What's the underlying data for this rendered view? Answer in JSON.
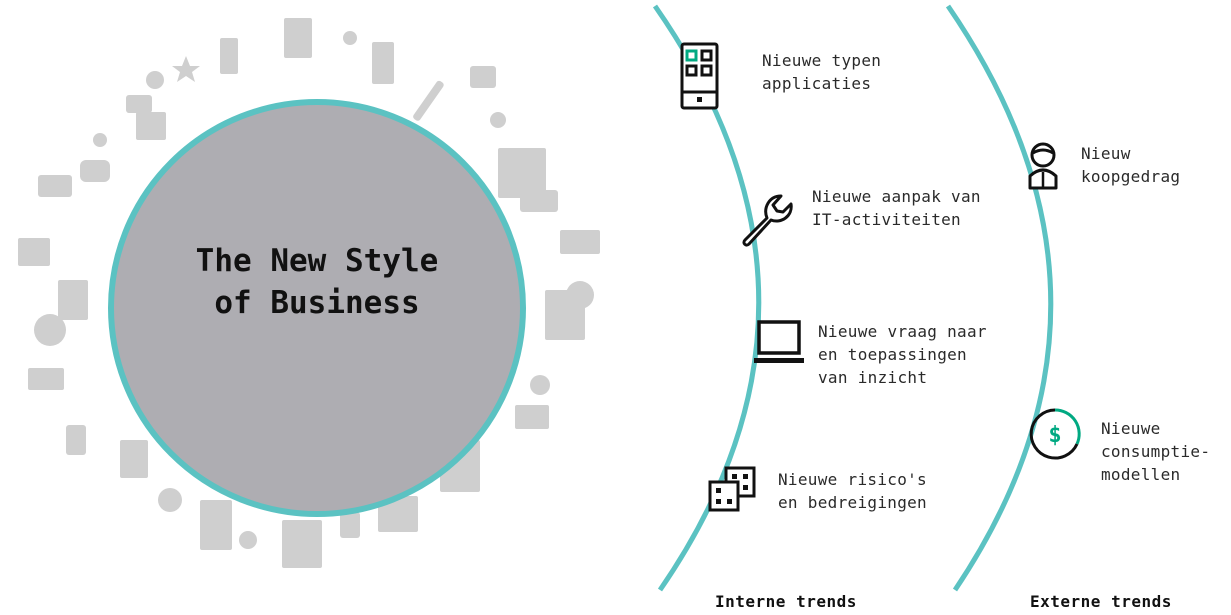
{
  "title": "The New Style\nof Business",
  "internal_trends": {
    "label": "Interne trends",
    "items": [
      {
        "icon": "app-tablet-icon",
        "text": "Nieuwe typen\napplicaties"
      },
      {
        "icon": "wrench-icon",
        "text": "Nieuwe aanpak van\nIT-activiteiten"
      },
      {
        "icon": "laptop-icon",
        "text": "Nieuwe vraag naar\nen toepassingen\nvan inzicht"
      },
      {
        "icon": "risk-dice-icon",
        "text": "Nieuwe risico's\nen bedreigingen"
      }
    ]
  },
  "external_trends": {
    "label": "Externe trends",
    "items": [
      {
        "icon": "buyer-person-icon",
        "text": "Nieuw\nkoopgedrag"
      },
      {
        "icon": "dollar-consumption-icon",
        "text": "Nieuwe\nconsumptie-\nmodellen"
      }
    ]
  },
  "colors": {
    "teal": "#5bc2c2",
    "grey_circle": "#aeadb2",
    "accent_green": "#01a982",
    "icon_grey": "#c9c9c9"
  }
}
